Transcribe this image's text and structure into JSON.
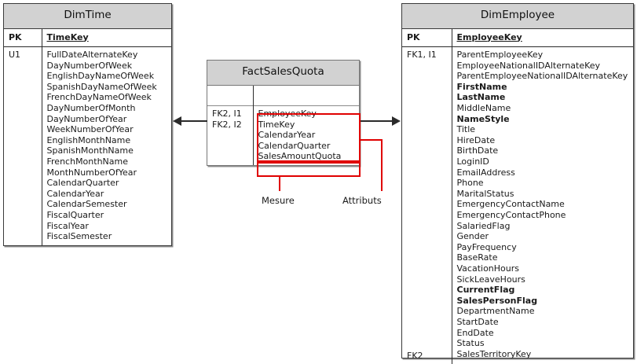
{
  "diagram": {
    "title": "Data warehouse star schema: FactSalesQuota with DimTime and DimEmployee",
    "colors": {
      "header_fill": "#d2d2d2",
      "border": "#3a3a3a",
      "annotation_red": "#e00000",
      "connector": "#2b2b2b",
      "background": "#ffffff"
    }
  },
  "entities": {
    "dim_time": {
      "name": "DimTime",
      "pk_key_label": "PK",
      "pk_field": "TimeKey",
      "attr_key_label": "U1",
      "fields": [
        "FullDateAlternateKey",
        "DayNumberOfWeek",
        "EnglishDayNameOfWeek",
        "SpanishDayNameOfWeek",
        "FrenchDayNameOfWeek",
        "DayNumberOfMonth",
        "DayNumberOfYear",
        "WeekNumberOfYear",
        "EnglishMonthName",
        "SpanishMonthName",
        "FrenchMonthName",
        "MonthNumberOfYear",
        "CalendarQuarter",
        "CalendarYear",
        "CalendarSemester",
        "FiscalQuarter",
        "FiscalYear",
        "FiscalSemester"
      ]
    },
    "fact_sales_quota": {
      "name": "FactSalesQuota",
      "pk_key_label": "",
      "pk_field": "",
      "key_labels": [
        "FK2, I1",
        "FK2, I2"
      ],
      "attributes": [
        "EmployeeKey",
        "TimeKey",
        "CalendarYear",
        "CalendarQuarter"
      ],
      "measures": [
        "SalesAmountQuota"
      ]
    },
    "dim_employee": {
      "name": "DimEmployee",
      "pk_key_label": "PK",
      "pk_field": "EmployeeKey",
      "attr_key_label": "FK1, I1",
      "fk_bottom_label": "FK2",
      "fields": [
        {
          "name": "ParentEmployeeKey",
          "bold": false
        },
        {
          "name": "EmployeeNationalIDAlternateKey",
          "bold": false
        },
        {
          "name": "ParentEmployeeNationalIDAlternateKey",
          "bold": false
        },
        {
          "name": "FirstName",
          "bold": true
        },
        {
          "name": "LastName",
          "bold": true
        },
        {
          "name": "MiddleName",
          "bold": false
        },
        {
          "name": "NameStyle",
          "bold": true
        },
        {
          "name": "Title",
          "bold": false
        },
        {
          "name": "HireDate",
          "bold": false
        },
        {
          "name": "BirthDate",
          "bold": false
        },
        {
          "name": "LoginID",
          "bold": false
        },
        {
          "name": "EmailAddress",
          "bold": false
        },
        {
          "name": "Phone",
          "bold": false
        },
        {
          "name": "MaritalStatus",
          "bold": false
        },
        {
          "name": "EmergencyContactName",
          "bold": false
        },
        {
          "name": "EmergencyContactPhone",
          "bold": false
        },
        {
          "name": "SalariedFlag",
          "bold": false
        },
        {
          "name": "Gender",
          "bold": false
        },
        {
          "name": "PayFrequency",
          "bold": false
        },
        {
          "name": "BaseRate",
          "bold": false
        },
        {
          "name": "VacationHours",
          "bold": false
        },
        {
          "name": "SickLeaveHours",
          "bold": false
        },
        {
          "name": "CurrentFlag",
          "bold": true
        },
        {
          "name": "SalesPersonFlag",
          "bold": true
        },
        {
          "name": "DepartmentName",
          "bold": false
        },
        {
          "name": "StartDate",
          "bold": false
        },
        {
          "name": "EndDate",
          "bold": false
        },
        {
          "name": "Status",
          "bold": false
        },
        {
          "name": "SalesTerritoryKey",
          "bold": false
        }
      ]
    }
  },
  "annotations": {
    "measure_label": "Mesure",
    "attributes_label": "Attributs"
  }
}
